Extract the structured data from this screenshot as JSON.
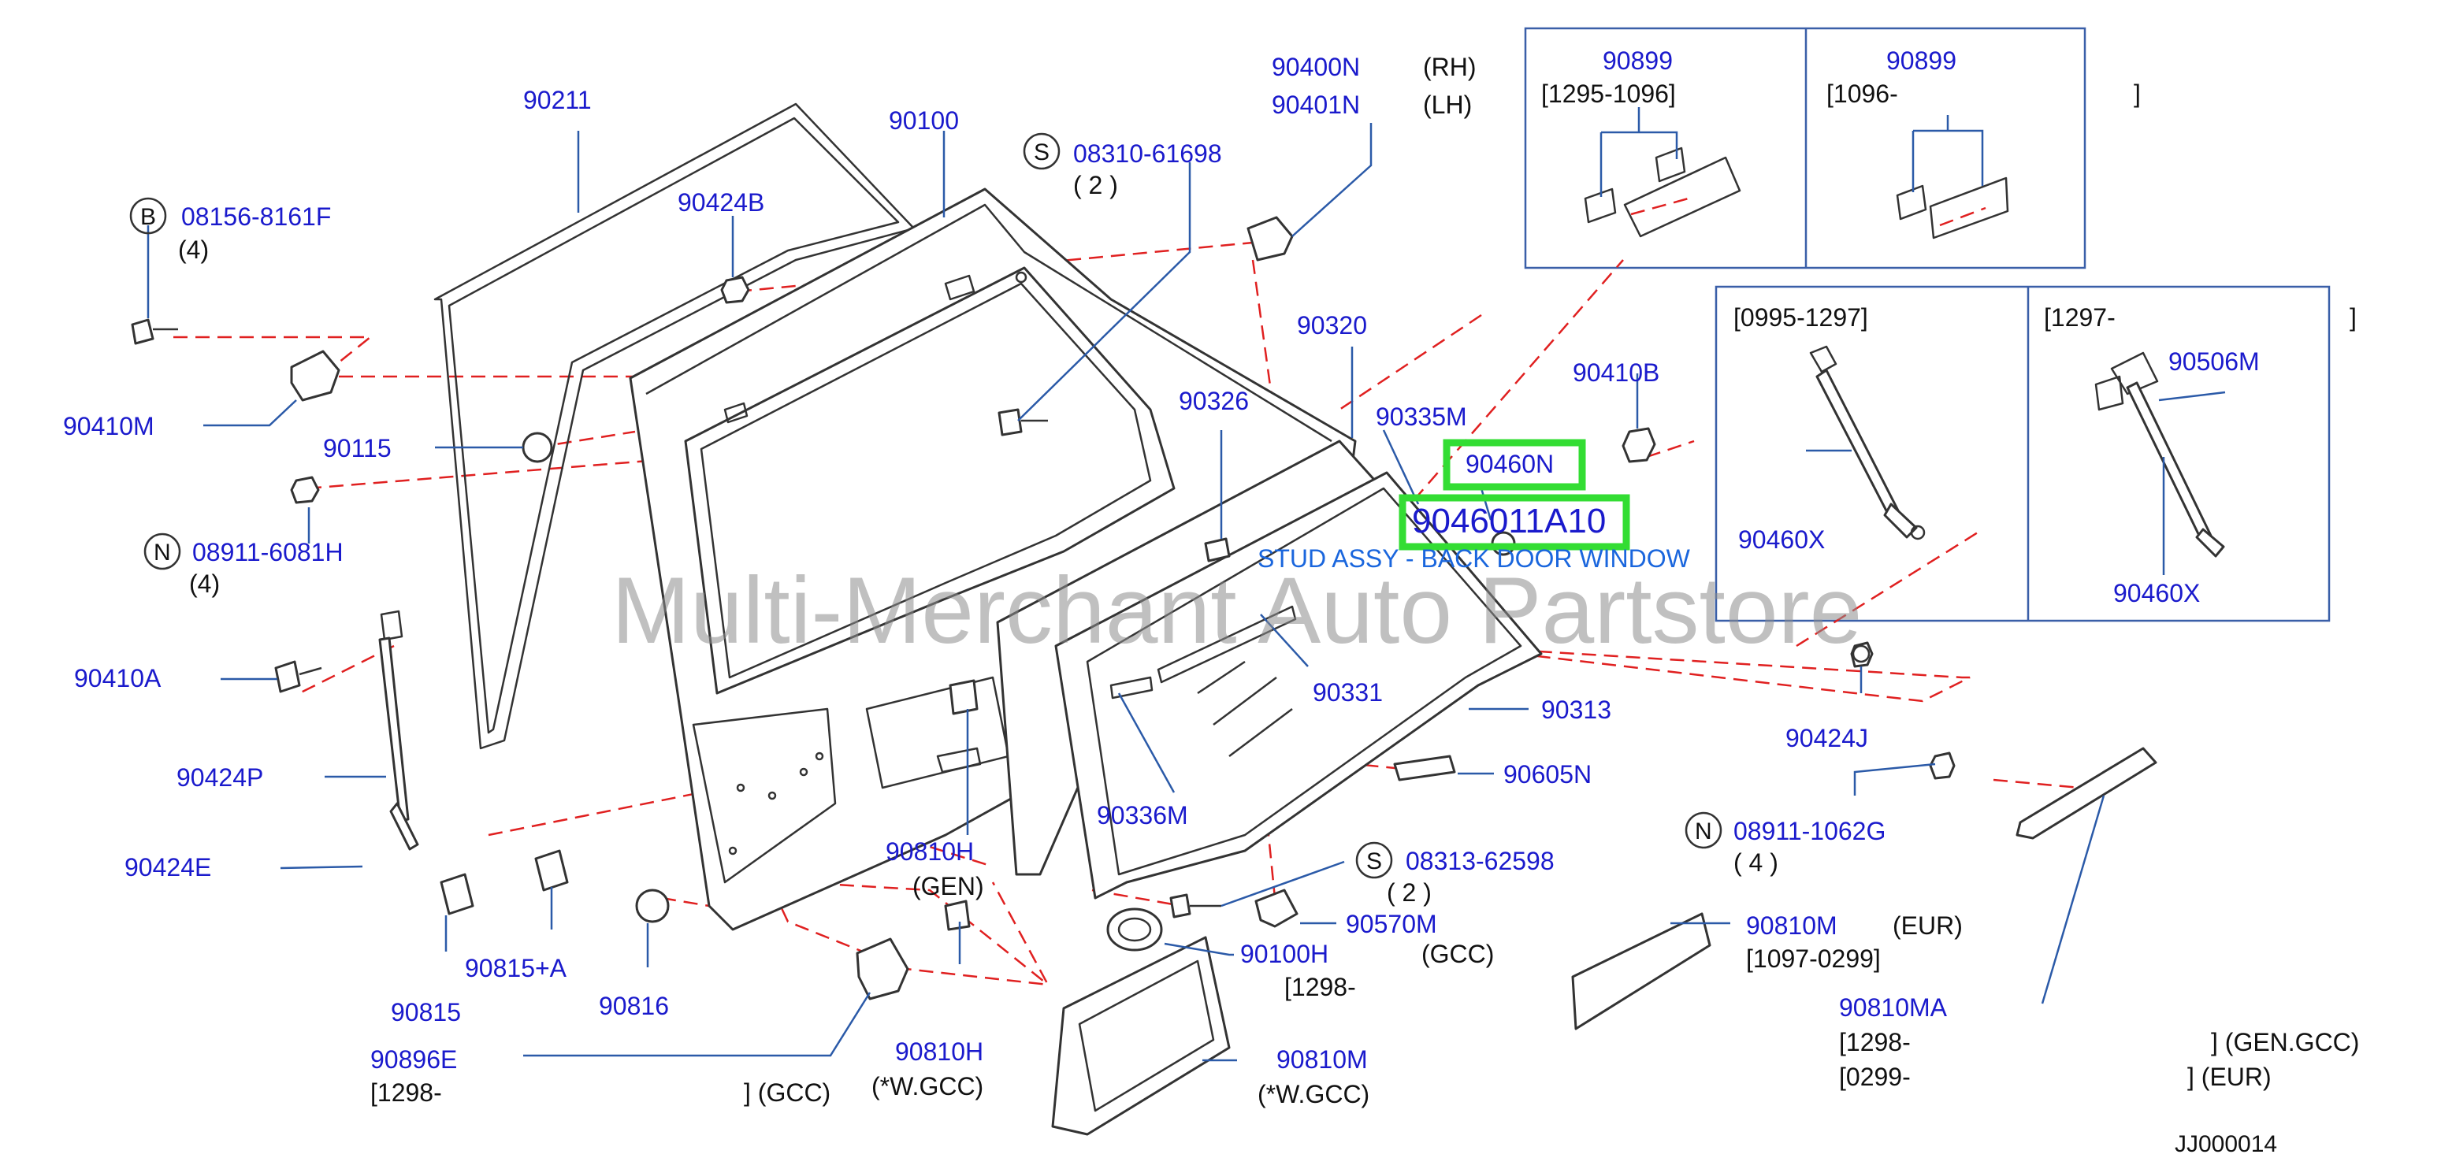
{
  "callouts": {
    "p90211": "90211",
    "p90100": "90100",
    "p90424B": "90424B",
    "p08310": "08310-61698",
    "q08310": "( 2 )",
    "p90400N": "90400N",
    "n90400N": "(RH)",
    "p90401N": "90401N",
    "n90401N": "(LH)",
    "p08156": "08156-8161F",
    "q08156": "(4)",
    "p90410M": "90410M",
    "p90115": "90115",
    "p08911a": "08911-6081H",
    "q08911a": "(4)",
    "p90410A": "90410A",
    "p90424P": "90424P",
    "p90424E": "90424E",
    "p90815": "90815",
    "p90815A": "90815+A",
    "p90816": "90816",
    "p90896E": "90896E",
    "r90896E": "[1298-",
    "g90896E": "]  (GCC)",
    "p90810Ha": "90810H",
    "n90810Ha": "(GEN)",
    "p90810Hb": "90810H",
    "n90810Hb": "(*W.GCC)",
    "p90320": "90320",
    "p90326": "90326",
    "p90335M": "90335M",
    "p90460N": "90460N",
    "p90460": "9046011A10",
    "d90460": "STUD ASSY - BACK DOOR WINDOW",
    "p90331": "90331",
    "p90313": "90313",
    "p90336M": "90336M",
    "p90605N": "90605N",
    "p08313": "08313-62598",
    "q08313": "( 2 )",
    "p90570M": "90570M",
    "p90100H": "90100H",
    "n90100H": "(GCC)",
    "r90100H": "[1298-",
    "p90810Ma": "90810M",
    "n90810Ma": "(*W.GCC)",
    "p90410B": "90410B",
    "p90424J": "90424J",
    "p08911b": "08911-1062G",
    "q08911b": "( 4 )",
    "p90810Mb": "90810M",
    "n90810Mb": "(EUR)",
    "r90810Mb": "[1097-0299]",
    "p90810MA": "90810MA",
    "r90810MA1": "[1298-",
    "g90810MA1": "]  (GEN.GCC)",
    "r90810MA2": "[0299-",
    "g90810MA2": "]  (EUR)"
  },
  "symbols": {
    "s1": "S",
    "s2": "B",
    "s3": "N",
    "s4": "S",
    "s5": "N"
  },
  "inset_top": {
    "left_part": "90899",
    "left_range": "[1295-1096]",
    "right_part": "90899",
    "right_range": "[1096-",
    "right_close": "]"
  },
  "inset_strut": {
    "left_range": "[0995-1297]",
    "left_part": "90460X",
    "right_range": "[1297-",
    "right_close": "]",
    "right_part_top": "90506M",
    "right_part_bottom": "90460X"
  },
  "watermark": "Multi-Merchant Auto Partstore",
  "figure_code": "JJ000014",
  "colors": {
    "part_number": "#1a1acc",
    "note_text": "#111111",
    "leader_line": "#2b5aa8",
    "dashed_line": "#e02020",
    "highlight_box": "#33dd33",
    "description": "#1a66dd"
  }
}
